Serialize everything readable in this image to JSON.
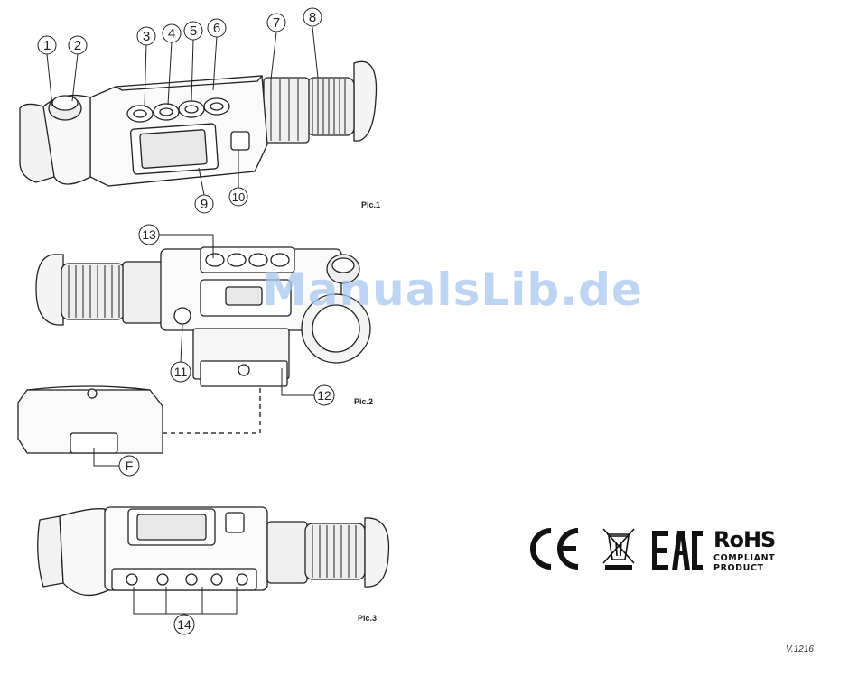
{
  "pic1": {
    "label": "Pic.1",
    "callouts": [
      "1",
      "2",
      "3",
      "4",
      "5",
      "6",
      "7",
      "8",
      "9",
      "10"
    ]
  },
  "pic2": {
    "label": "Pic.2",
    "callouts": [
      "13",
      "11",
      "12",
      "F"
    ]
  },
  "pic3": {
    "label": "Pic.3",
    "callouts": [
      "14"
    ]
  },
  "watermark": "ManualsLib.de",
  "compliance": {
    "ce": "CE",
    "eac": "EAC",
    "rohs_title": "RoHS",
    "rohs_line1": "COMPLIANT",
    "rohs_line2": "PRODUCT"
  },
  "version": "V.1216"
}
